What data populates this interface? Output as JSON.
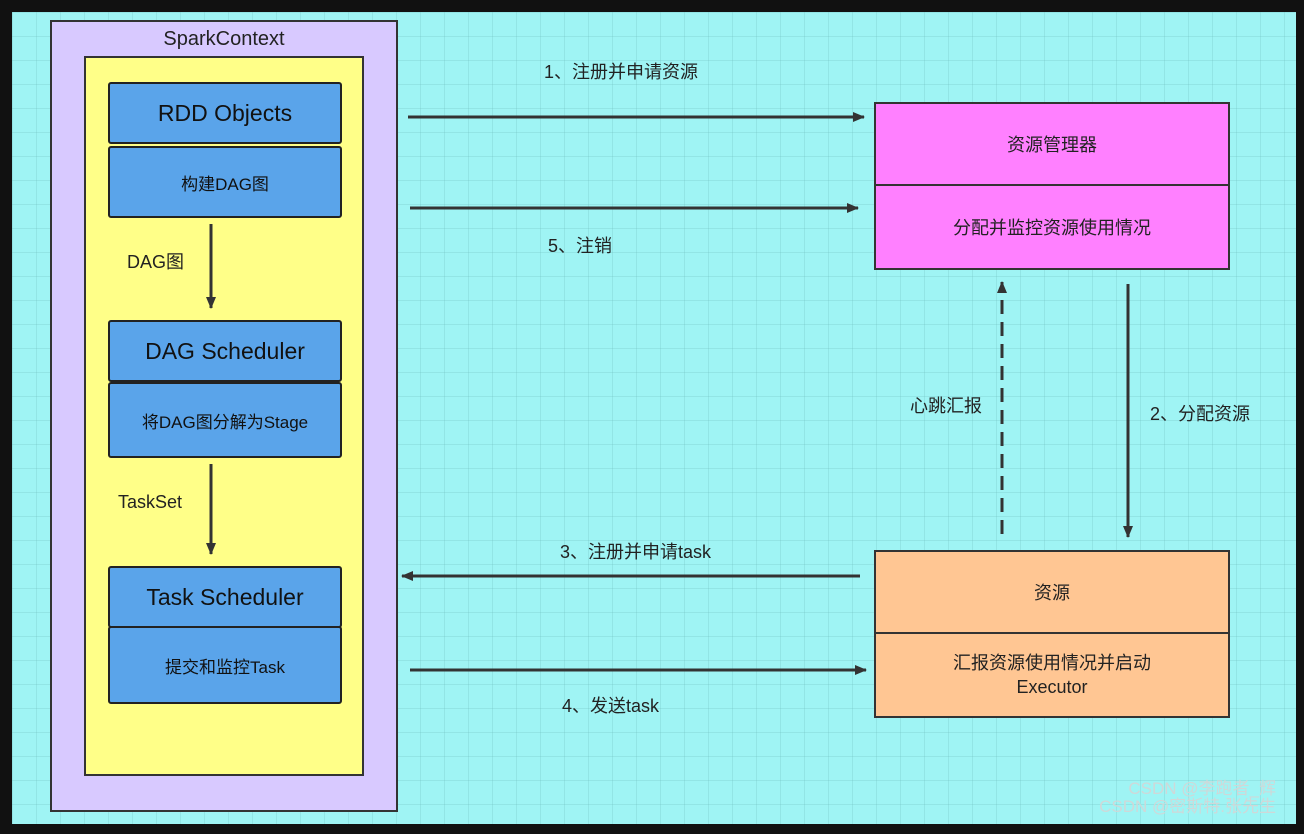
{
  "spark": {
    "title": "SparkContext",
    "rdd_head": "RDD  Objects",
    "rdd_body": "构建DAG图",
    "dag_label": "DAG图",
    "dag_head": "DAG Scheduler",
    "dag_body": "将DAG图分解为Stage",
    "taskset_label": "TaskSet",
    "task_head": "Task Scheduler",
    "task_body": "提交和监控Task"
  },
  "resource_manager": {
    "head": "资源管理器",
    "body": "分配并监控资源使用情况"
  },
  "resource": {
    "head": "资源",
    "body_line1": "汇报资源使用情况并启动",
    "body_line2": "Executor"
  },
  "arrows": {
    "a1": "1、注册并申请资源",
    "a5": "5、注销",
    "heartbeat": "心跳汇报",
    "a2": "2、分配资源",
    "a3": "3、注册并申请task",
    "a4": "4、发送task"
  },
  "watermark": {
    "line1": "CSDN @李跑者_辉",
    "line2": "CSDN @密斯特.张先生"
  },
  "colors": {
    "background": "#9ff4f4",
    "spark_outer": "#d8c9ff",
    "spark_inner": "#ffff88",
    "blue_box": "#5aa4ea",
    "resource_manager": "#ff80ff",
    "resource": "#ffc693"
  }
}
